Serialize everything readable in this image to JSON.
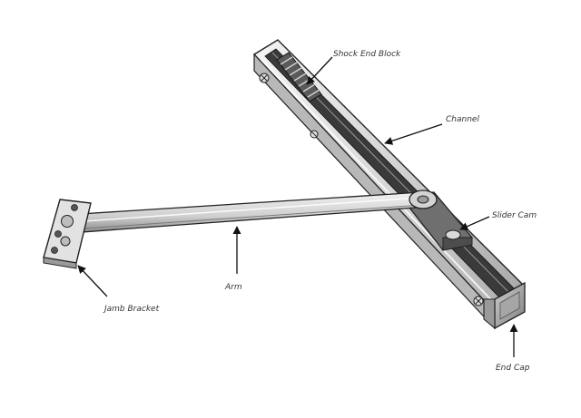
{
  "labels": {
    "shock_end_block": "Shock End Block",
    "channel": "Channel",
    "slider_cam": "Slider Cam",
    "arm": "Arm",
    "jamb_bracket": "Jamb Bracket",
    "end_cap": "End Cap"
  },
  "colors": {
    "metal_light": "#e6e6e6",
    "metal_mid": "#bdbdbd",
    "metal_dark": "#6f6f6f",
    "slot": "#3a3a3a",
    "outline": "#222222",
    "label_text": "#333333"
  }
}
